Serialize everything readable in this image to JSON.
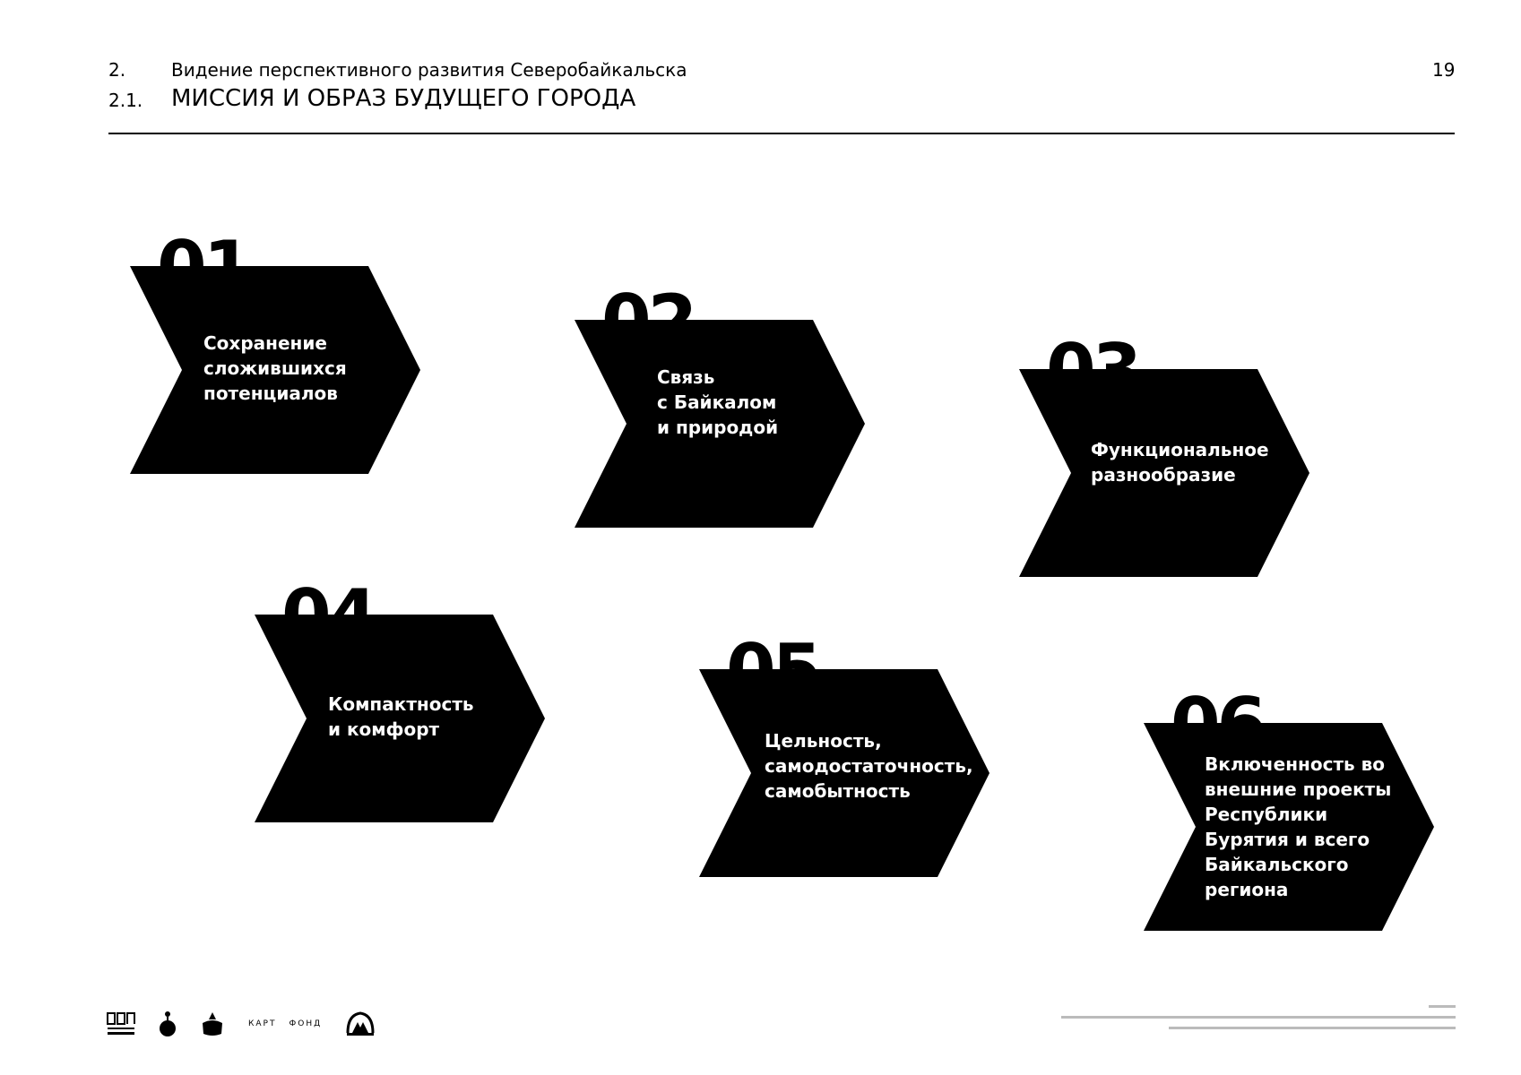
{
  "header": {
    "section_number": "2.",
    "section_title": "Видение перспективного развития Северобайкальска",
    "subsection_number": "2.1.",
    "subsection_title": "МИССИЯ И ОБРАЗ БУДУЩЕГО ГОРОДА",
    "page_number": "19"
  },
  "items": [
    {
      "number": "01",
      "label": "Сохранение\nсложившихся\nпотенциалов"
    },
    {
      "number": "02",
      "label": "Связь\nс Байкалом\nи природой"
    },
    {
      "number": "03",
      "label": "Функциональное\nразнообразие"
    },
    {
      "number": "04",
      "label": "Компактность\nи комфорт"
    },
    {
      "number": "05",
      "label": "Цельность,\nсамодостаточность,\nсамобытность"
    },
    {
      "number": "06",
      "label": "Включенность во\nвнешние проекты\nРеспублики\nБурятия и всего\nБайкальского\nрегиона"
    }
  ],
  "footer": {
    "logos": [
      "dom-rf-logo",
      "emblem-logo",
      "city-crest-logo",
      "kartfond-logo",
      "arch-logo"
    ],
    "kartfond_text_line1": "КАРТ",
    "kartfond_text_line2": "ФОНД",
    "colors": {
      "chevron": "#000000",
      "label": "#ffffff",
      "background": "#ffffff"
    }
  }
}
